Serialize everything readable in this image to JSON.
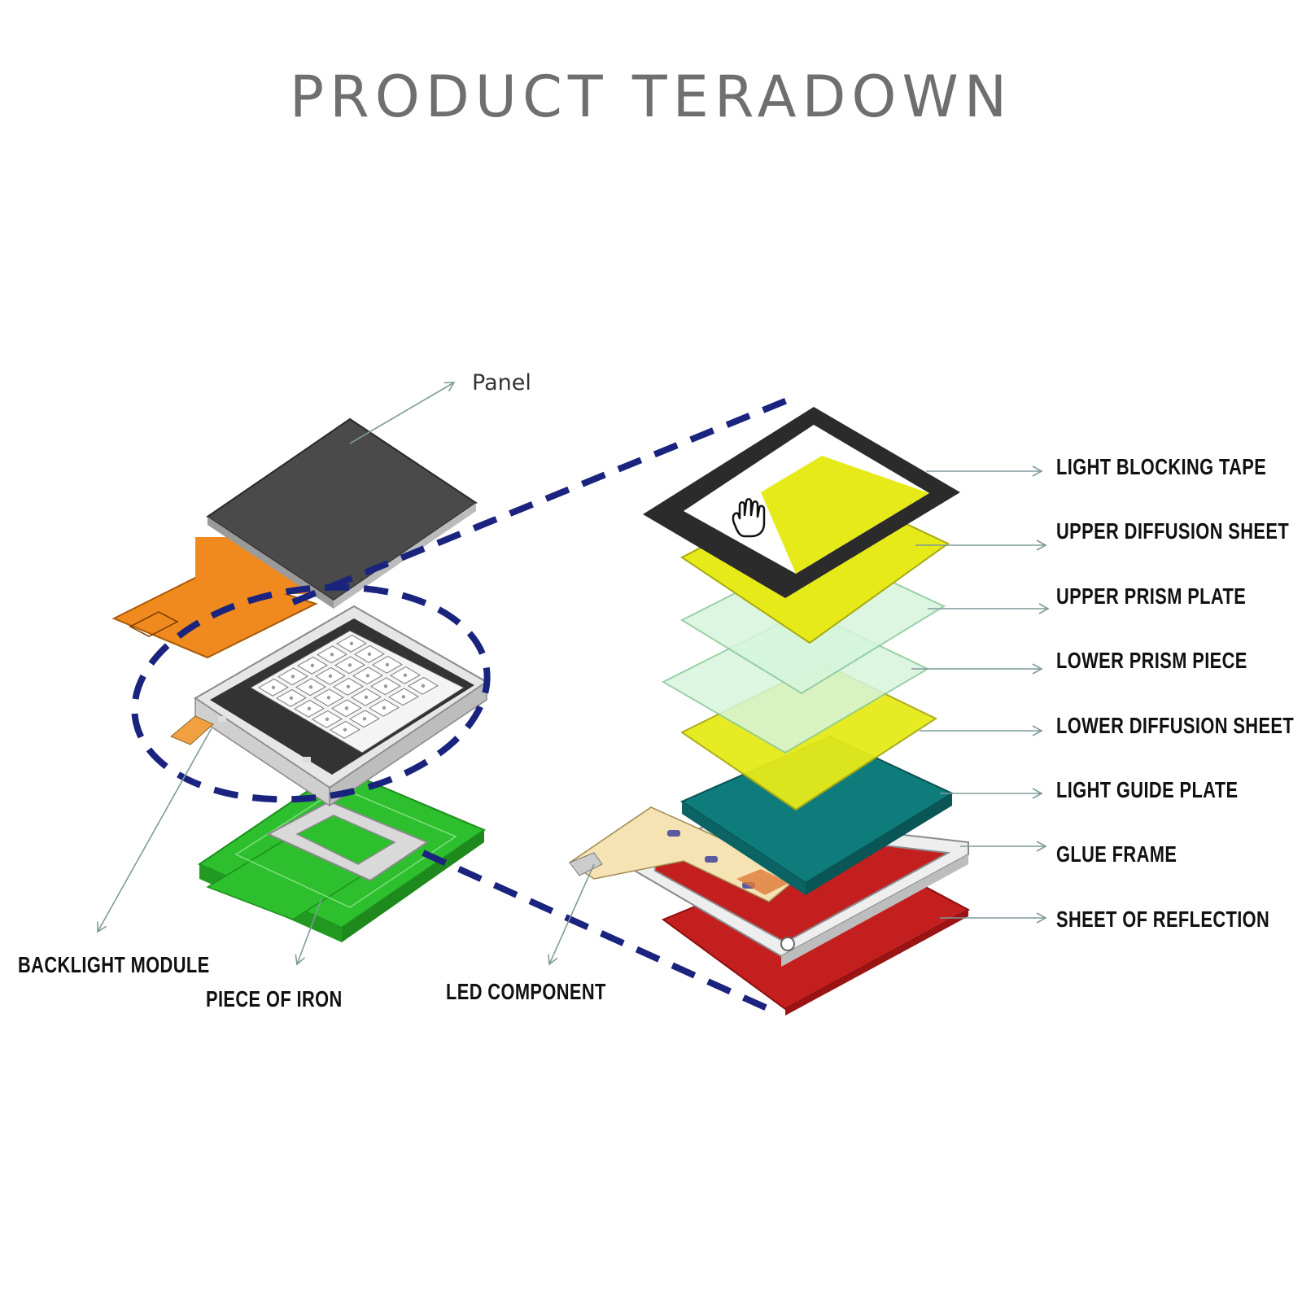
{
  "title": "PRODUCT TERADOWN",
  "labels": {
    "panel": "Panel",
    "light_blocking_tape": "LIGHT BLOCKING TAPE",
    "upper_diffusion_sheet": "UPPER DIFFUSION SHEET",
    "upper_prism_plate": "UPPER PRISM PLATE",
    "lower_prism_piece": "LOWER PRISM PIECE",
    "lower_diffusion_sheet": "LOWER DIFFUSION SHEET",
    "light_guide_plate": "LIGHT GUIDE PLATE",
    "glue_frame": "GLUE FRAME",
    "sheet_of_reflection": "SHEET OF REFLECTION",
    "backlight_module": "BACKLIGHT MODULE",
    "piece_of_iron": "PIECE OF IRON",
    "led_component": "LED COMPONENT"
  },
  "colors": {
    "panel_dark": "#4a4a4a",
    "fpc_orange": "#f08a1e",
    "pcb_green": "#2dbf2d",
    "diffusion_yellow": "#e6ea18",
    "prism_green": "#d6f5dd",
    "light_guide_teal": "#0f7c7c",
    "reflection_red": "#c41f1f",
    "dashed_navy": "#1a237e",
    "leader_gray": "#7f9a9a"
  },
  "icons": [
    "hand-cursor-icon"
  ]
}
